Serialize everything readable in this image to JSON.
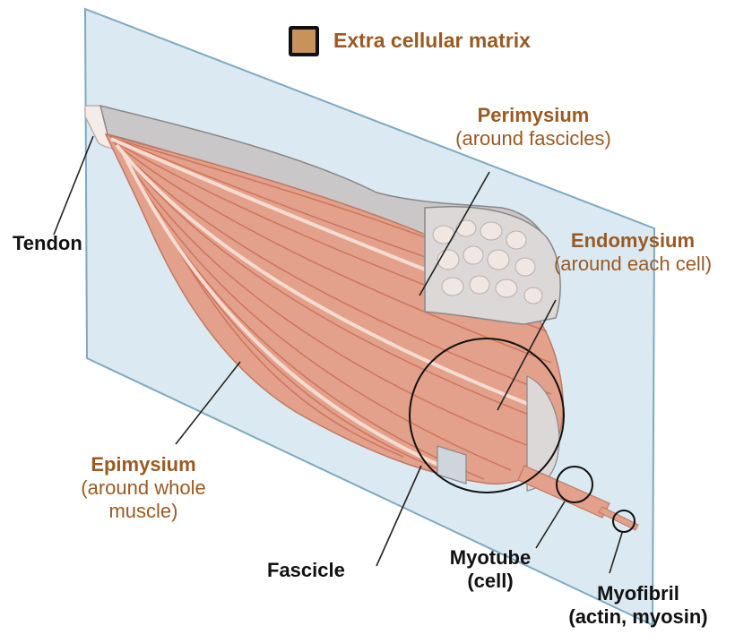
{
  "legend": {
    "label": "Extra cellular matrix",
    "swatch_color": "#c8925a"
  },
  "labels": {
    "perimysium": {
      "title": "Perimysium",
      "subtitle": "(around fascicles)"
    },
    "endomysium": {
      "title": "Endomysium",
      "subtitle": "(around each cell)"
    },
    "epimysium": {
      "title": "Epimysium",
      "subtitle_line1": "(around whole",
      "subtitle_line2": "muscle)"
    },
    "tendon": "Tendon",
    "fascicle": "Fascicle",
    "myotube": {
      "line1": "Myotube",
      "line2": "(cell)"
    },
    "myofibril": {
      "line1": "Myofibril",
      "line2": "(actin, myosin)"
    }
  },
  "colors": {
    "plane": "#cfe3ee",
    "muscle": "#e3a08a",
    "muscle_stripe": "#c86a52",
    "sheath": "#c9c7c8",
    "label_accent": "#9a5a22"
  }
}
